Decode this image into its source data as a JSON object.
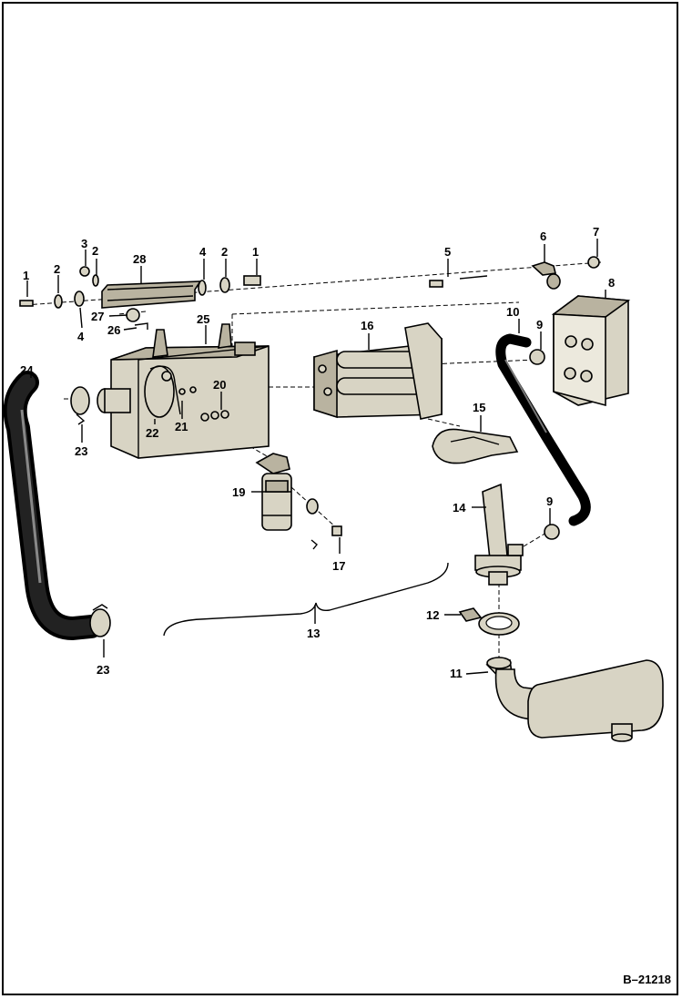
{
  "figure_id": "B–21218",
  "callouts": [
    "1",
    "2",
    "3",
    "4",
    "5",
    "6",
    "7",
    "8",
    "9",
    "10",
    "11",
    "12",
    "13",
    "14",
    "15",
    "16",
    "17",
    "19",
    "20",
    "21",
    "22",
    "23",
    "24",
    "25",
    "26",
    "27",
    "28"
  ]
}
